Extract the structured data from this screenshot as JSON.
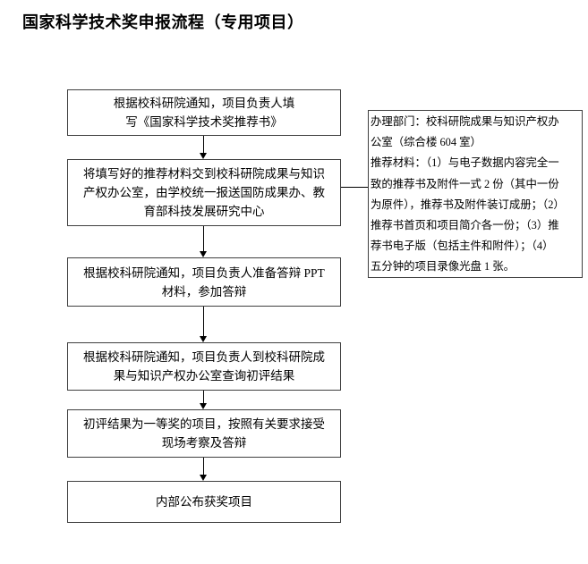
{
  "title": "国家科学技术奖申报流程（专用项目）",
  "flow": {
    "steps": [
      {
        "text": "根据校科研院通知，项目负责人填\n写《国家科学技术奖推荐书》"
      },
      {
        "text": "将填写好的推荐材料交到校科研院成果与知识\n产权办公室，由学校统一报送国防成果办、教\n育部科技发展研究中心"
      },
      {
        "text": "根据校科研院通知，项目负责人准备答辩 PPT\n材料，参加答辩"
      },
      {
        "text": "根据校科研院通知，项目负责人到校科研院成\n果与知识产权办公室查询初评结果"
      },
      {
        "text": "初评结果为一等奖的项目，按照有关要求接受\n现场考察及答辩"
      },
      {
        "text": "内部公布获奖项目"
      }
    ]
  },
  "note": {
    "lines": [
      "办理部门：校科研院成果与知识产权办",
      "公室（综合楼 604 室）",
      "推荐材料：（1）与电子数据内容完全一",
      "致的推荐书及附件一式 2 份（其中一份",
      "为原件），推荐书及附件装订成册；（2）",
      "推荐书首页和项目简介各一份；（3）推",
      "荐书电子版（包括主件和附件）；（4）",
      "五分钟的项目录像光盘 1 张。"
    ]
  },
  "colors": {
    "text": "#000000",
    "box_border": "#3f3f3f",
    "arrow": "#000000",
    "background": "#ffffff"
  }
}
